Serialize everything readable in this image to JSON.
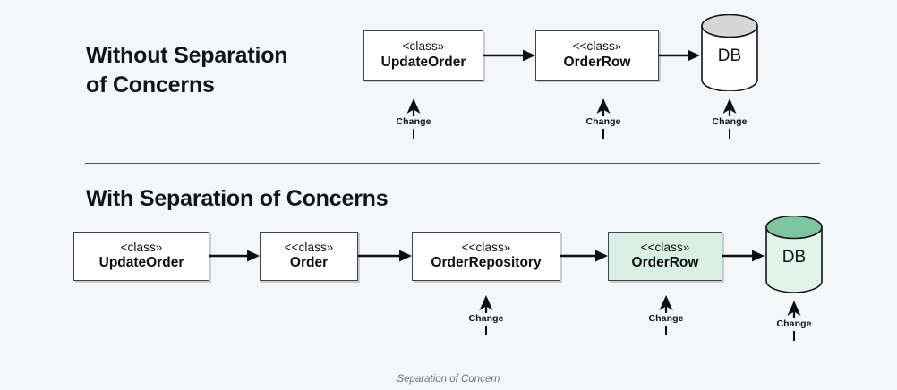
{
  "page": {
    "background_color": "#f4f6f8",
    "caption": "Separation of Concern"
  },
  "sections": [
    {
      "id": "without",
      "title": "Without Separation\nof Concerns",
      "nodes": [
        {
          "stereotype": "<class»",
          "name": "UpdateOrder",
          "highlight": false
        },
        {
          "stereotype": "<<class»",
          "name": "OrderRow",
          "highlight": false
        }
      ],
      "database": {
        "label": "DB",
        "top_color": "#d6d6d6",
        "body_color": "#ffffff"
      },
      "change_markers": [
        {
          "label": "Change"
        },
        {
          "label": "Change"
        },
        {
          "label": "Change"
        }
      ]
    },
    {
      "id": "with",
      "title": "With Separation of Concerns",
      "nodes": [
        {
          "stereotype": "<class»",
          "name": "UpdateOrder",
          "highlight": false
        },
        {
          "stereotype": "<<class»",
          "name": "Order",
          "highlight": false
        },
        {
          "stereotype": "<<class»",
          "name": "OrderRepository",
          "highlight": false
        },
        {
          "stereotype": "<<class»",
          "name": "OrderRow",
          "highlight": true
        }
      ],
      "database": {
        "label": "DB",
        "top_color": "#7ec49e",
        "body_color": "#e2f3ea"
      },
      "change_markers": [
        {
          "label": "Change"
        },
        {
          "label": "Change"
        },
        {
          "label": "Change"
        }
      ]
    }
  ],
  "colors": {
    "highlight_fill": "#daefe3",
    "box_border": "#3d4250",
    "divider": "#4a4f5c",
    "text": "#0c0e14",
    "caption_text": "#6b6f78"
  }
}
